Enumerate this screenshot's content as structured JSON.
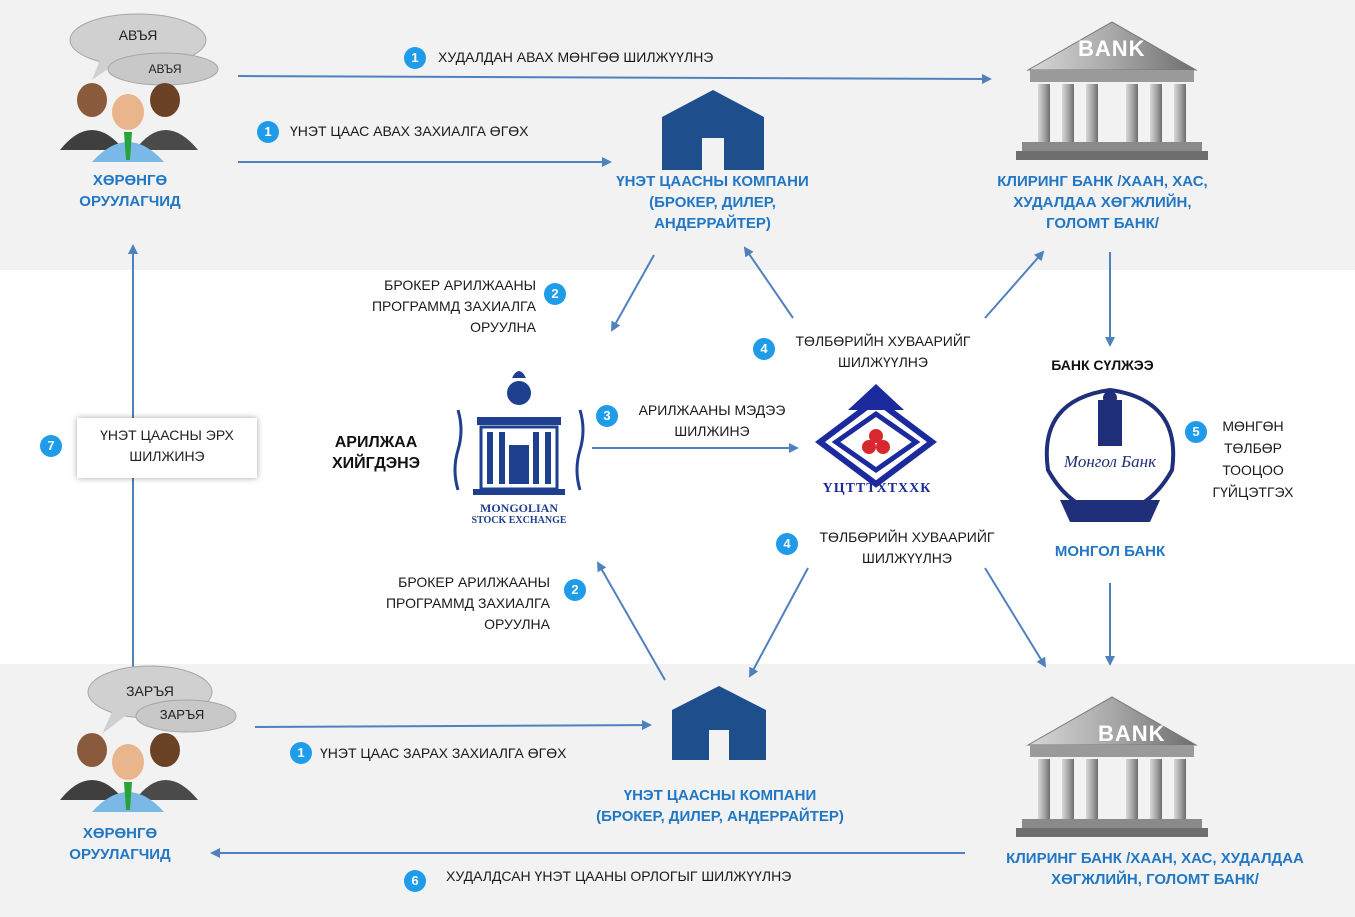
{
  "top": {
    "bubbles": [
      "АВЪЯ",
      "АВЪЯ"
    ],
    "investors": [
      "ХӨРӨНГӨ",
      "ОРУУЛАГЧИД"
    ],
    "step1_money": {
      "num": "1",
      "text": "ХУДАЛДАН АВАХ МӨНГӨӨ ШИЛЖҮҮЛНЭ"
    },
    "step1_order": {
      "num": "1",
      "text": "ҮНЭТ ЦААС АВАХ ЗАХИАЛГА ӨГӨХ"
    },
    "company": [
      "ҮНЭТ ЦААСНЫ КОМПАНИ",
      "(БРОКЕР, ДИЛЕР,",
      "АНДЕРРАЙТЕР)"
    ],
    "bank_sign": "BANK",
    "clearing_bank": [
      "КЛИРИНГ БАНК /ХААН, ХАС,",
      "ХУДАЛДАА ХӨГЖЛИЙН,",
      "ГОЛОМТ БАНК/"
    ]
  },
  "middle": {
    "step2_top": {
      "num": "2",
      "lines": [
        "БРОКЕР АРИЛЖААНЫ",
        "ПРОГРАММД ЗАХИАЛГА",
        "ОРУУЛНА"
      ]
    },
    "step4_top": {
      "num": "4",
      "lines": [
        "ТӨЛБӨРИЙН ХУВААРИЙГ",
        "ШИЛЖҮҮЛНЭ"
      ]
    },
    "bank_network": "БАНК СҮЛЖЭЭ",
    "step7": {
      "num": "7",
      "lines": [
        "ҮНЭТ ЦААСНЫ ЭРХ",
        "ШИЛЖИНЭ"
      ]
    },
    "trading": [
      "АРИЛЖАА",
      "ХИЙГДЭНЭ"
    ],
    "mse": [
      "MONGOLIAN",
      "STOCK EXCHANGE"
    ],
    "step3": {
      "num": "3",
      "lines": [
        "АРИЛЖААНЫ МЭДЭЭ",
        "ШИЛЖИНЭ"
      ]
    },
    "csd": "ҮЦТТТХТХХК",
    "step5": {
      "num": "5",
      "lines": [
        "МӨНГӨН",
        "ТӨЛБӨР",
        "ТООЦОО",
        "ГҮЙЦЭТГЭХ"
      ]
    },
    "mongol_bank_script": "Монгол Банк",
    "mongol_bank": "МОНГОЛ БАНК",
    "step4_bottom": {
      "num": "4",
      "lines": [
        "ТӨЛБӨРИЙН ХУВААРИЙГ",
        "ШИЛЖҮҮЛНЭ"
      ]
    },
    "step2_bottom": {
      "num": "2",
      "lines": [
        "БРОКЕР АРИЛЖААНЫ",
        "ПРОГРАММД ЗАХИАЛГА",
        "ОРУУЛНА"
      ]
    }
  },
  "bottom": {
    "bubbles": [
      "ЗАРЪЯ",
      "ЗАРЪЯ"
    ],
    "investors": [
      "ХӨРӨНГӨ",
      "ОРУУЛАГЧИД"
    ],
    "step1_sell": {
      "num": "1",
      "text": "ҮНЭТ ЦААС ЗАРАХ ЗАХИАЛГА ӨГӨХ"
    },
    "company": [
      "ҮНЭТ ЦААСНЫ КОМПАНИ",
      "(БРОКЕР, ДИЛЕР, АНДЕРРАЙТЕР)"
    ],
    "bank_sign": "BANK",
    "clearing_bank": [
      "КЛИРИНГ БАНК /ХААН, ХАС, ХУДАЛДАА",
      "ХӨГЖЛИЙН, ГОЛОМТ БАНК/"
    ],
    "step6": {
      "num": "6",
      "text": "ХУДАЛДСАН ҮНЭТ ЦААНЫ ОРЛОГЫГ ШИЛЖҮҮЛНЭ"
    }
  },
  "colors": {
    "accent_blue": "#2277c4",
    "step_circle": "#1e9be9",
    "band": "#f2f2f2",
    "arrow": "#4f81bd",
    "house": "#1f4e8c"
  }
}
